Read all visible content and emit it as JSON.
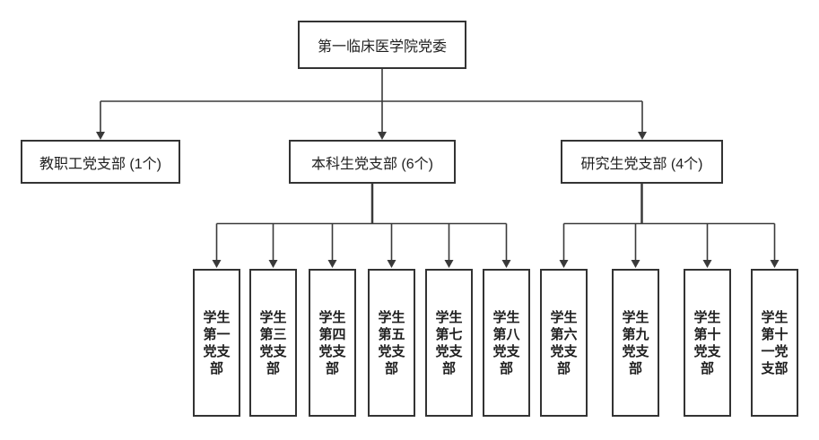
{
  "org": {
    "root": {
      "label": "第一临床医学院党委"
    },
    "branches": [
      {
        "label": "教职工党支部 (1个)",
        "children": []
      },
      {
        "label": "本科生党支部 (6个)",
        "children": [
          {
            "label": "学生第一党支部"
          },
          {
            "label": "学生第三党支部"
          },
          {
            "label": "学生第四党支部"
          },
          {
            "label": "学生第五党支部"
          },
          {
            "label": "学生第七党支部"
          },
          {
            "label": "学生第八党支部"
          }
        ]
      },
      {
        "label": "研究生党支部 (4个)",
        "children": [
          {
            "label": "学生第六党支部"
          },
          {
            "label": "学生第九党支部"
          },
          {
            "label": "学生第十党支部"
          },
          {
            "label": "学生第十一党支部"
          }
        ]
      }
    ],
    "colors": {
      "line": "#3a3a3a",
      "border": "#333333",
      "background": "#ffffff"
    }
  }
}
